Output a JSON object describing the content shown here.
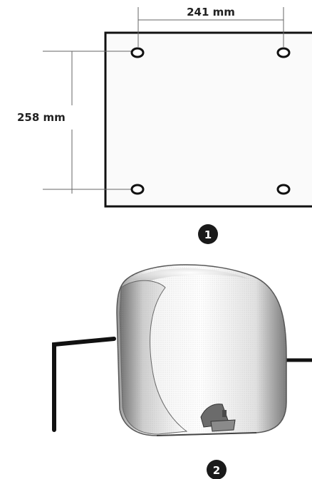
{
  "dimensions": {
    "width_label": "241 mm",
    "height_label": "258 mm"
  },
  "steps": {
    "step1": "1",
    "step2": "2"
  },
  "colors": {
    "line": "#111111",
    "dim_line": "#555555",
    "badge": "#1a1a1a"
  },
  "icons": {
    "template": "mounting-template",
    "dryer": "hand-dryer-illustration"
  }
}
